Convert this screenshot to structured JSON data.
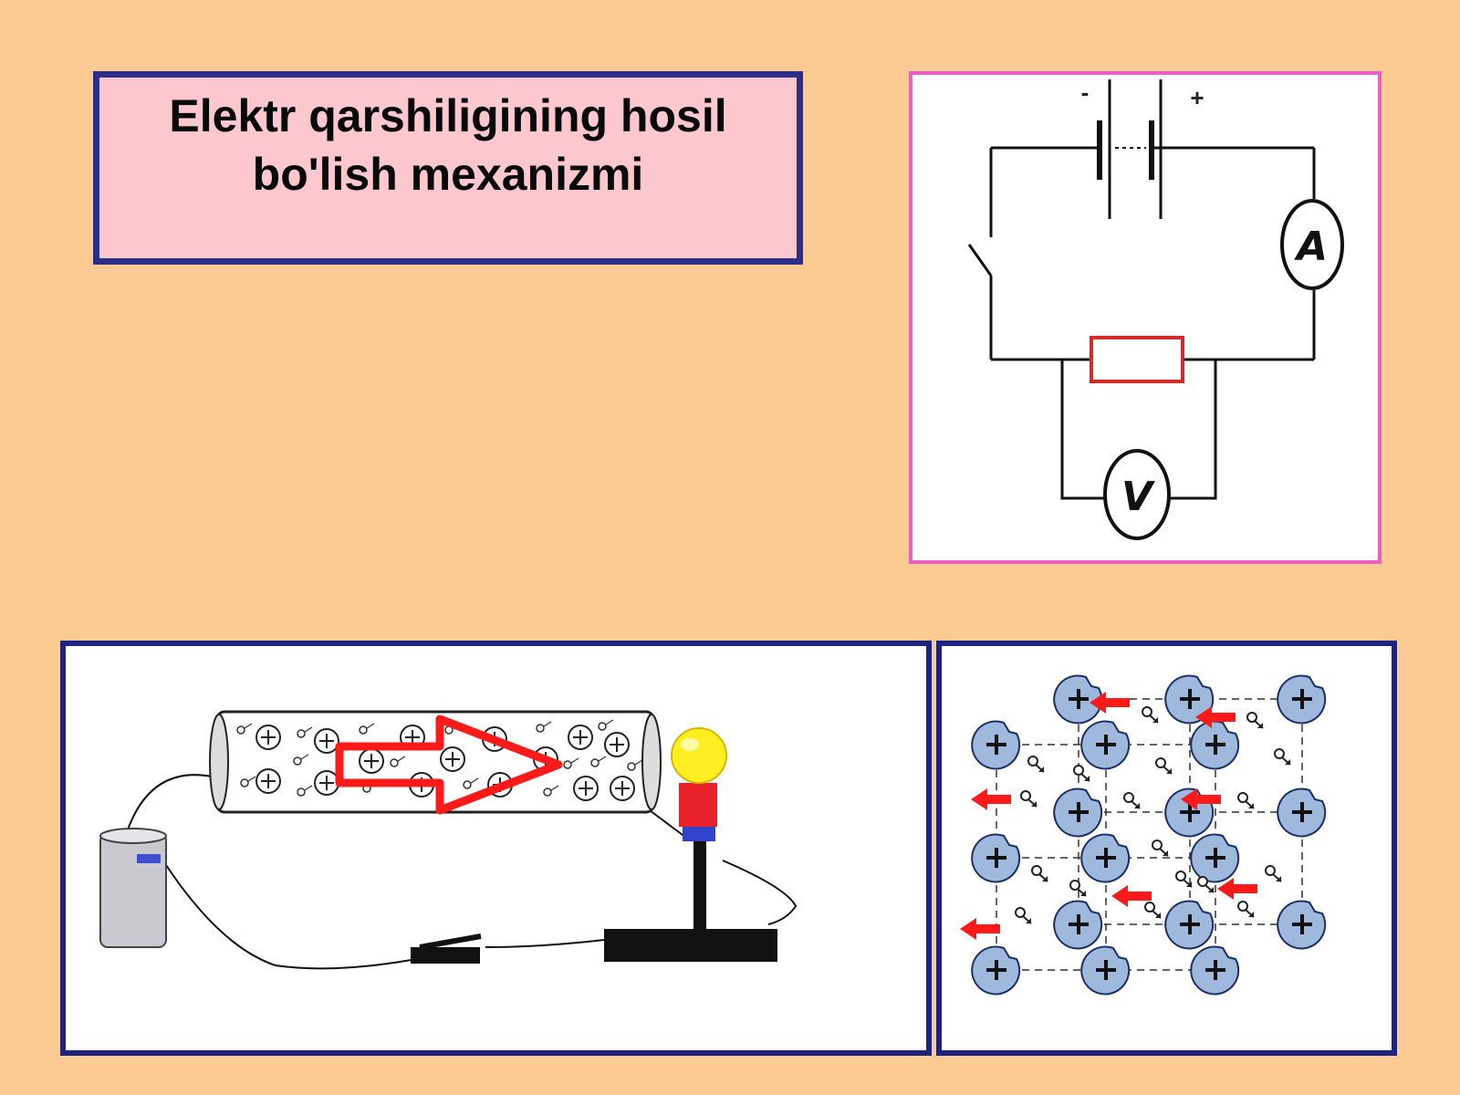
{
  "title": "Elektr qarshiligining hosil bo'lish mexanizmi",
  "circuit": {
    "battery_minus": "-",
    "battery_plus": "+",
    "ammeter_label": "A",
    "voltmeter_label": "V"
  },
  "colors": {
    "background": "#fccb94",
    "title_fill": "#fdc8cd",
    "title_border": "#2b2f8a",
    "circuit_border": "#ee5fc2",
    "panel_border": "#1f2380",
    "ion_fill": "#9fb9dc",
    "arrow_red": "#ff1a1a",
    "bulb_yellow": "#ffee22"
  },
  "icons": {
    "ion_symbol": "plus-circle-icon",
    "electron_symbol": "electron-icon",
    "current_arrow": "red-arrow-icon",
    "battery": "battery-icon",
    "lamp": "light-bulb-icon",
    "switch": "switch-icon"
  }
}
